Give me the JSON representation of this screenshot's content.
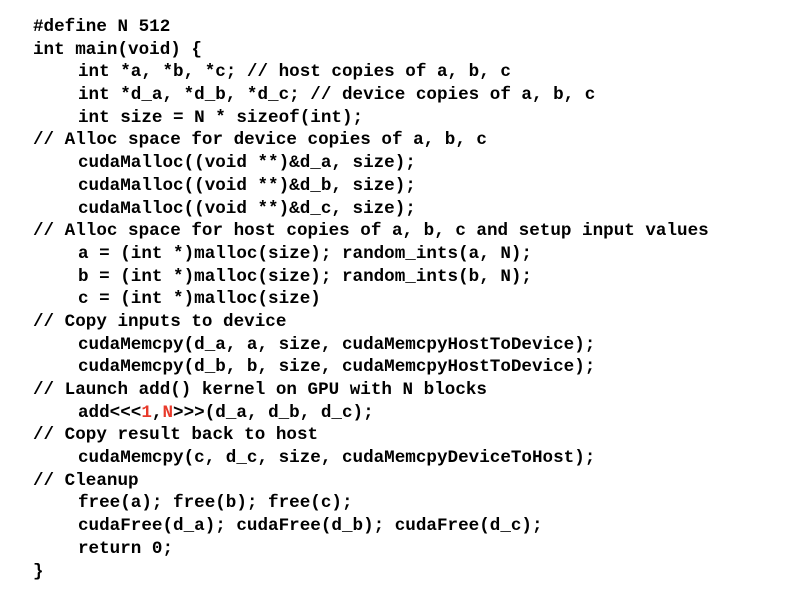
{
  "highlight_color": "#e8392a",
  "code": {
    "lines": [
      {
        "indent": false,
        "parts": [
          {
            "text": "#define N 512"
          }
        ]
      },
      {
        "indent": false,
        "parts": [
          {
            "text": "int main(void) {"
          }
        ]
      },
      {
        "indent": true,
        "parts": [
          {
            "text": "int *a, *b, *c; // host copies of a, b, c"
          }
        ]
      },
      {
        "indent": true,
        "parts": [
          {
            "text": "int *d_a, *d_b, *d_c; // device copies of a, b, c"
          }
        ]
      },
      {
        "indent": true,
        "parts": [
          {
            "text": "int size = N * sizeof(int);"
          }
        ]
      },
      {
        "indent": false,
        "parts": [
          {
            "text": "// Alloc space for device copies of a, b, c"
          }
        ]
      },
      {
        "indent": true,
        "parts": [
          {
            "text": "cudaMalloc((void **)&d_a, size);"
          }
        ]
      },
      {
        "indent": true,
        "parts": [
          {
            "text": "cudaMalloc((void **)&d_b, size);"
          }
        ]
      },
      {
        "indent": true,
        "parts": [
          {
            "text": "cudaMalloc((void **)&d_c, size);"
          }
        ]
      },
      {
        "indent": false,
        "parts": [
          {
            "text": "// Alloc space for host copies of a, b, c and setup input values"
          }
        ]
      },
      {
        "indent": true,
        "parts": [
          {
            "text": "a = (int *)malloc(size); random_ints(a, N);"
          }
        ]
      },
      {
        "indent": true,
        "parts": [
          {
            "text": "b = (int *)malloc(size); random_ints(b, N);"
          }
        ]
      },
      {
        "indent": true,
        "parts": [
          {
            "text": "c = (int *)malloc(size)"
          }
        ]
      },
      {
        "indent": false,
        "parts": [
          {
            "text": "// Copy inputs to device"
          }
        ]
      },
      {
        "indent": true,
        "parts": [
          {
            "text": "cudaMemcpy(d_a, a, size, cudaMemcpyHostToDevice);"
          }
        ]
      },
      {
        "indent": true,
        "parts": [
          {
            "text": "cudaMemcpy(d_b, b, size, cudaMemcpyHostToDevice);"
          }
        ]
      },
      {
        "indent": false,
        "parts": [
          {
            "text": "// Launch add() kernel on GPU with N blocks"
          }
        ]
      },
      {
        "indent": true,
        "parts": [
          {
            "text": "add<<<"
          },
          {
            "text": "1",
            "highlight": true
          },
          {
            "text": ","
          },
          {
            "text": "N",
            "highlight": true
          },
          {
            "text": ">>>(d_a, d_b, d_c);"
          }
        ]
      },
      {
        "indent": false,
        "parts": [
          {
            "text": "// Copy result back to host"
          }
        ]
      },
      {
        "indent": true,
        "parts": [
          {
            "text": "cudaMemcpy(c, d_c, size, cudaMemcpyDeviceToHost);"
          }
        ]
      },
      {
        "indent": false,
        "parts": [
          {
            "text": "// Cleanup"
          }
        ]
      },
      {
        "indent": true,
        "parts": [
          {
            "text": "free(a); free(b); free(c);"
          }
        ]
      },
      {
        "indent": true,
        "parts": [
          {
            "text": "cudaFree(d_a); cudaFree(d_b); cudaFree(d_c);"
          }
        ]
      },
      {
        "indent": true,
        "parts": [
          {
            "text": "return 0;"
          }
        ]
      },
      {
        "indent": false,
        "parts": [
          {
            "text": "}"
          }
        ]
      }
    ]
  }
}
